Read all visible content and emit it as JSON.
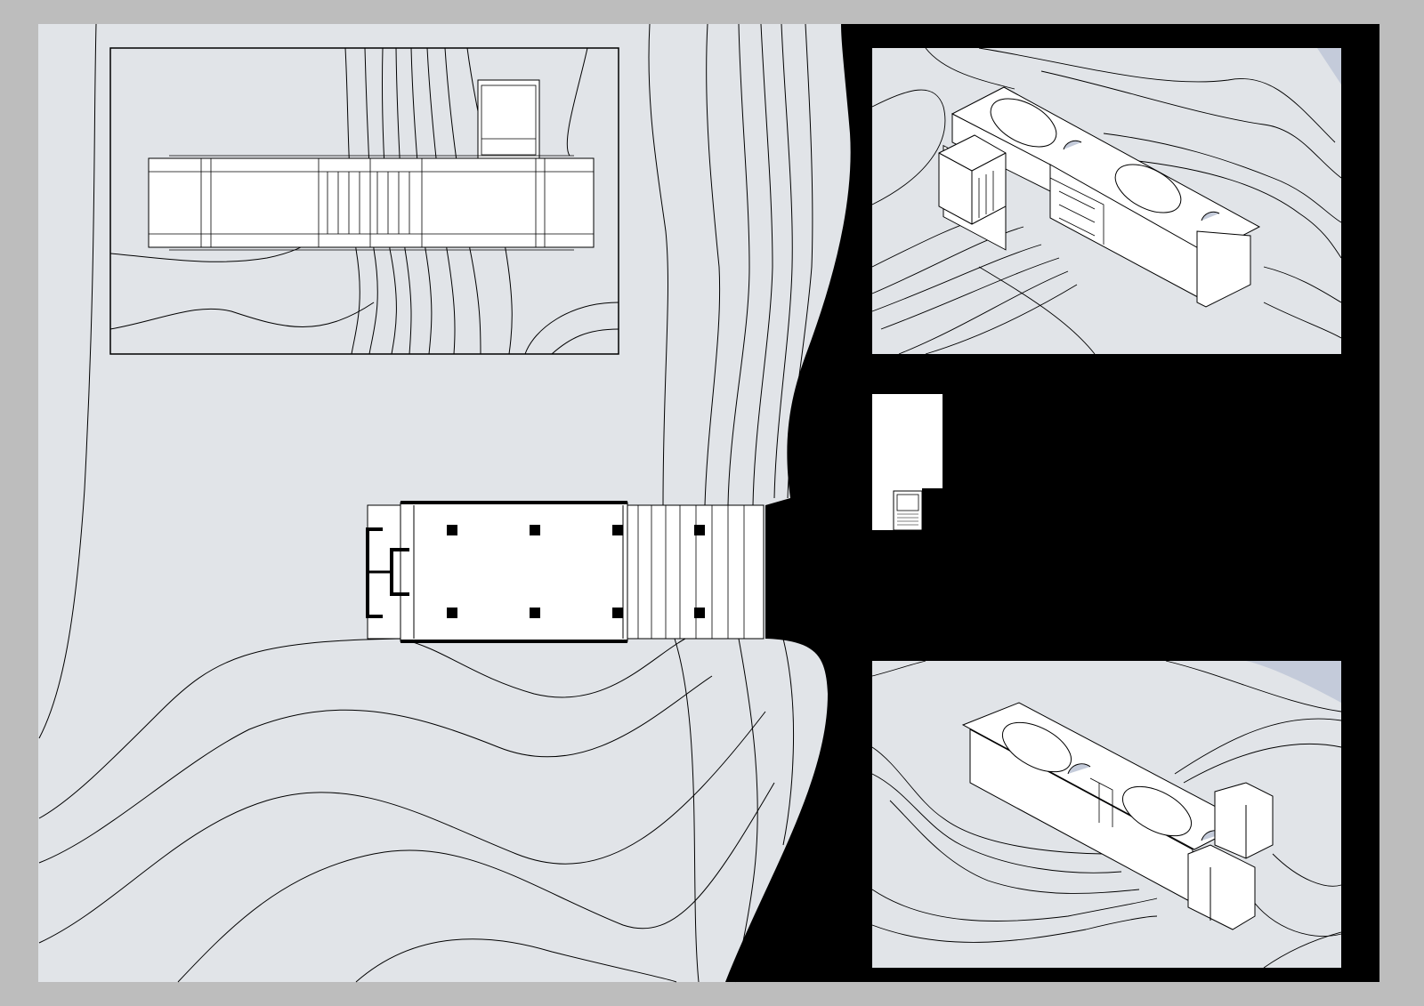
{
  "sheet": {
    "views": [
      {
        "id": "site-plan",
        "label": ""
      },
      {
        "id": "elevation",
        "label": ""
      },
      {
        "id": "axonometric-front",
        "label": ""
      },
      {
        "id": "axonometric-rear",
        "label": ""
      },
      {
        "id": "stair-detail",
        "label": ""
      }
    ]
  },
  "colors": {
    "sheet_border": "#bdbdbd",
    "ground": "#e1e4e8",
    "ink": "#000000",
    "building": "#ffffff",
    "water_tint": "#c4cbda"
  }
}
